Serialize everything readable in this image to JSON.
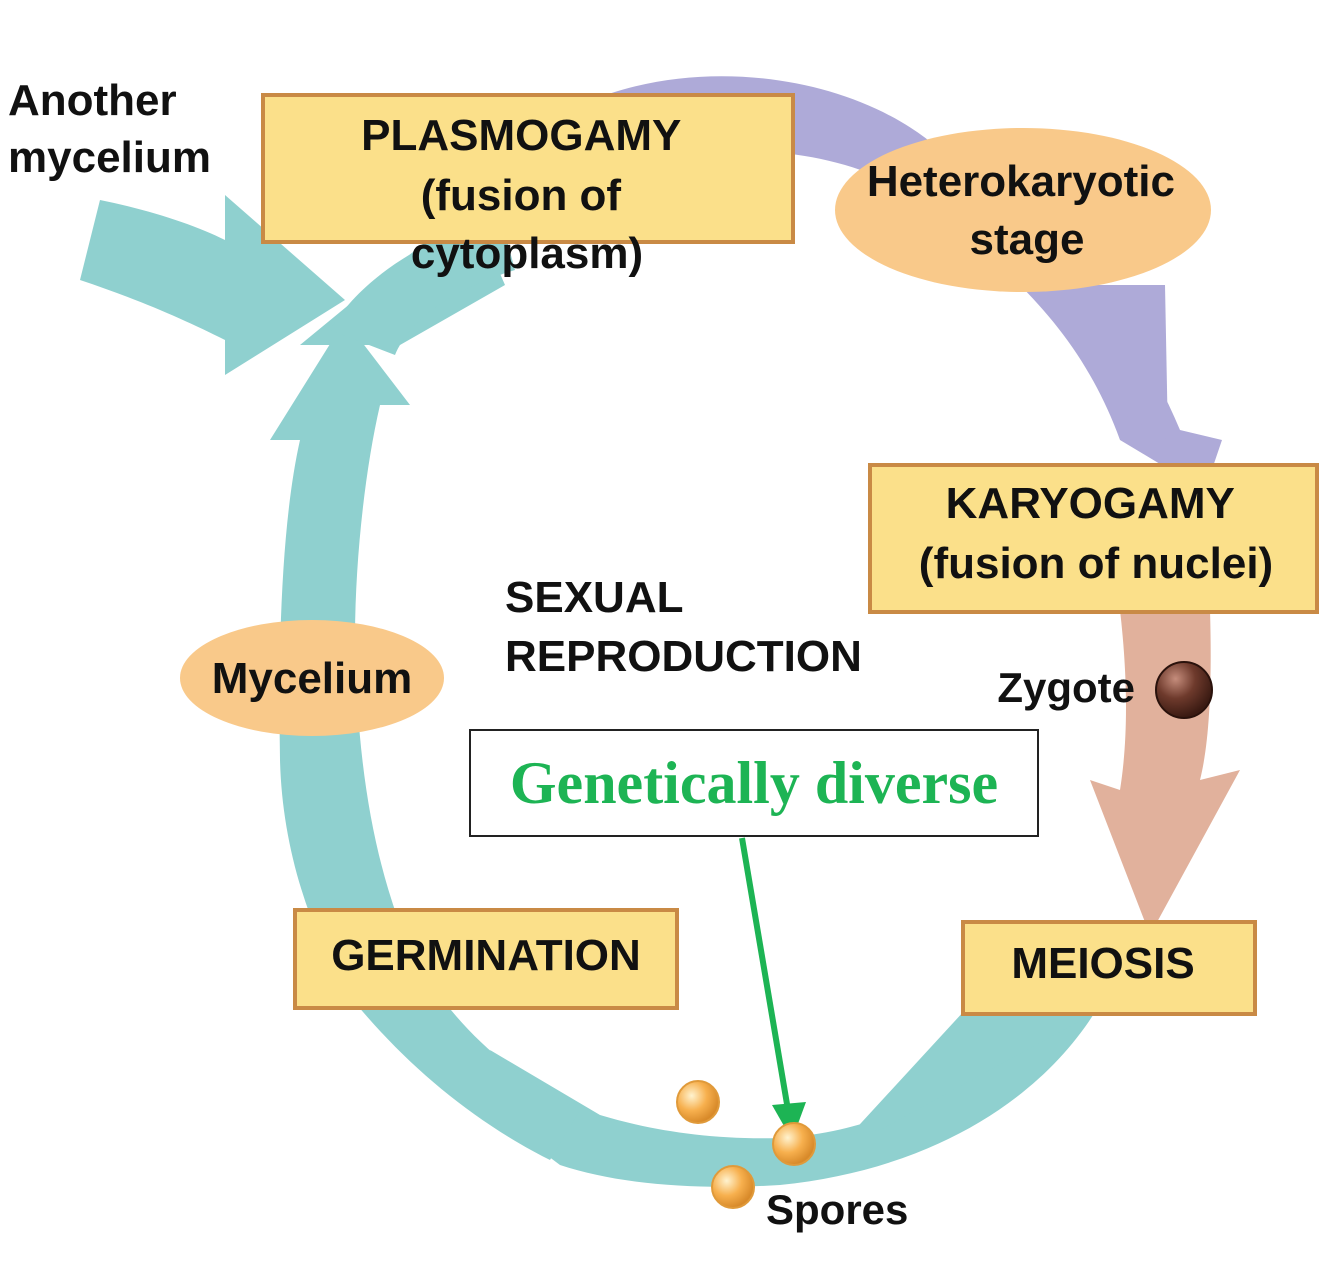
{
  "colors": {
    "teal_arrow": "#8fd0cf",
    "purple_arrow": "#aeaad8",
    "pink_arrow": "#e1b19c",
    "box_fill": "#fbe08a",
    "box_border": "#c98a45",
    "oval_fill": "#f9c98a",
    "highlight_green": "#1db454",
    "spore_fill": "#f7b04e",
    "zygote_fill": "#6e3a2c"
  },
  "labels": {
    "another_mycelium": [
      "Another",
      "mycelium"
    ],
    "plasmogamy": [
      "PLASMOGAMY",
      "(fusion of",
      "cytoplasm)"
    ],
    "heterokaryotic": [
      "Heterokaryotic",
      "stage"
    ],
    "karyogamy": [
      "KARYOGAMY",
      "(fusion of nuclei)"
    ],
    "zygote": "Zygote",
    "meiosis": "MEIOSIS",
    "spores": "Spores",
    "germination": "GERMINATION",
    "mycelium": "Mycelium",
    "sexual_reproduction": [
      "SEXUAL",
      "REPRODUCTION"
    ],
    "genetically_diverse": "Genetically diverse"
  },
  "icons": {
    "spore": "spore-icon",
    "zygote": "zygote-icon"
  }
}
